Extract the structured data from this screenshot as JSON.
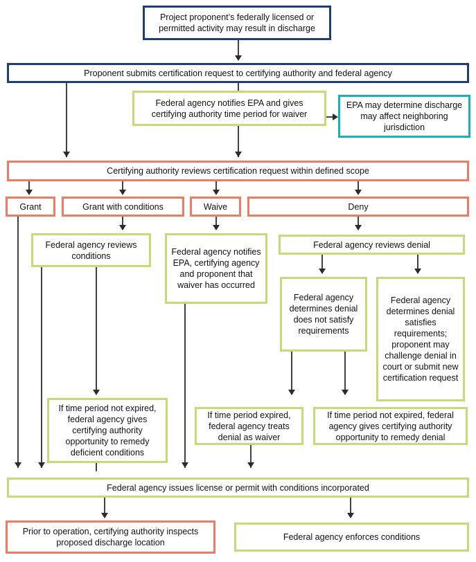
{
  "diagram": {
    "title": "Clean Water Act Section 401 certification process flowchart",
    "colors": {
      "blue": "#1F3E78",
      "green": "#C6DB78",
      "red": "#F07B63",
      "teal": "#17B2B5",
      "connector": "#404040",
      "background": "#FFFFFF",
      "text": "#111111"
    }
  },
  "nodes": {
    "start": {
      "label": "Project proponent’s federally licensed or permitted activity may result in discharge",
      "color": "blue"
    },
    "submit": {
      "label": "Proponent submits certification request to certifying authority and federal agency",
      "color": "blue"
    },
    "notify_epa": {
      "label": "Federal agency notifies EPA and gives certifying authority time period for waiver",
      "color": "green"
    },
    "epa_determine": {
      "label": "EPA may determine discharge may affect neighboring jurisdiction",
      "color": "teal"
    },
    "review_scope": {
      "label": "Certifying authority reviews certification request within defined scope",
      "color": "red"
    },
    "grant": {
      "label": "Grant",
      "color": "red"
    },
    "grant_conditions": {
      "label": "Grant with conditions",
      "color": "red"
    },
    "waive": {
      "label": "Waive",
      "color": "red"
    },
    "deny": {
      "label": "Deny",
      "color": "red"
    },
    "review_conditions": {
      "label": "Federal agency reviews conditions",
      "color": "green"
    },
    "notify_waiver": {
      "label": "Federal agency notifies EPA, certifying agency and proponent that waiver has occurred",
      "color": "green"
    },
    "review_denial": {
      "label": "Federal agency reviews denial",
      "color": "green"
    },
    "denial_not_satisfy": {
      "label": "Federal agency determines denial does not satisfy requirements",
      "color": "green"
    },
    "denial_satisfies": {
      "label": "Federal agency determines denial satisfies requirements; proponent may challenge denial in court or submit new certification request",
      "color": "green"
    },
    "remedy_conditions": {
      "label": "If time period not expired, federal agency gives certifying authority opportunity to remedy deficient conditions",
      "color": "green"
    },
    "treat_as_waiver": {
      "label": "If time period expired, federal agency treats denial as waiver",
      "color": "green"
    },
    "remedy_denial": {
      "label": "If time period not expired, federal agency gives certifying authority opportunity to remedy denial",
      "color": "green"
    },
    "issue_license": {
      "label": "Federal agency issues license or permit with conditions incorporated",
      "color": "green"
    },
    "inspect": {
      "label": "Prior to operation, certifying authority inspects proposed discharge location",
      "color": "red"
    },
    "enforce": {
      "label": "Federal agency enforces conditions",
      "color": "green"
    }
  }
}
